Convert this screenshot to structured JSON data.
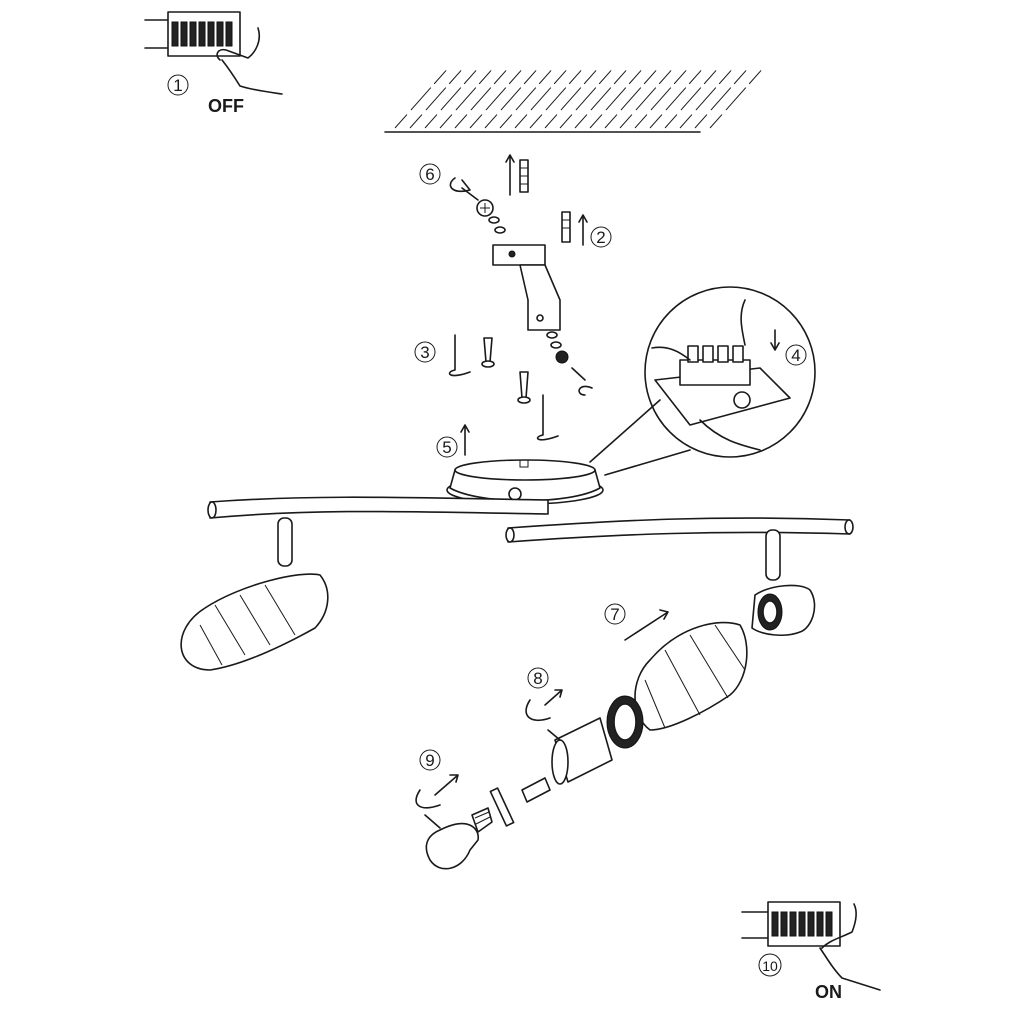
{
  "title": "Spotlight bar assembly instructions",
  "steps": [
    {
      "id": "step-1",
      "number": "1",
      "label": "OFF"
    },
    {
      "id": "step-2",
      "number": "2"
    },
    {
      "id": "step-3",
      "number": "3"
    },
    {
      "id": "step-4",
      "number": "4"
    },
    {
      "id": "step-5",
      "number": "5"
    },
    {
      "id": "step-6",
      "number": "6"
    },
    {
      "id": "step-7",
      "number": "7"
    },
    {
      "id": "step-8",
      "number": "8"
    },
    {
      "id": "step-9",
      "number": "9"
    },
    {
      "id": "step-10",
      "number": "10",
      "label": "ON"
    }
  ],
  "colors": {
    "line": "#1a1a1a",
    "background": "#ffffff"
  }
}
